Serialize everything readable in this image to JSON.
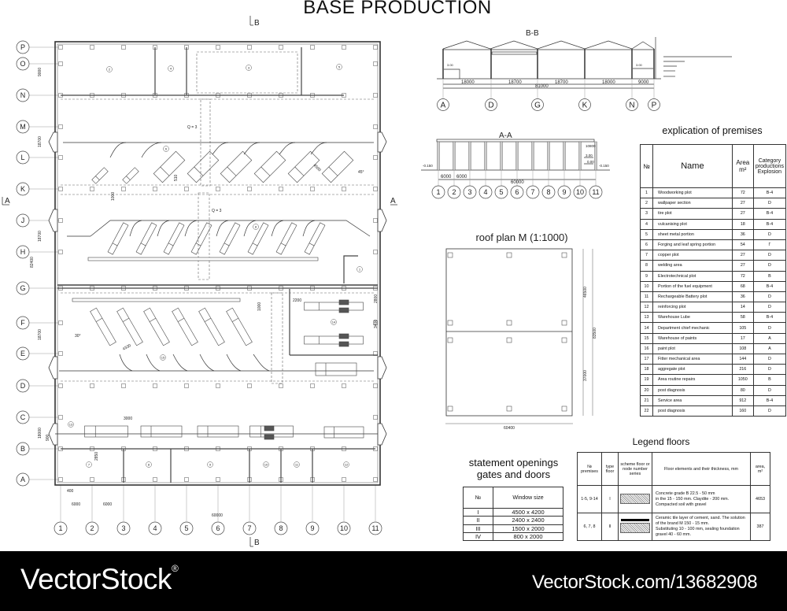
{
  "title": "BASE PRODUCTION",
  "plan": {
    "rows": [
      "P",
      "O",
      "N",
      "M",
      "L",
      "K",
      "J",
      "H",
      "G",
      "F",
      "E",
      "D",
      "C",
      "B",
      "A"
    ],
    "columns": [
      "1",
      "2",
      "3",
      "4",
      "5",
      "6",
      "7",
      "8",
      "9",
      "10",
      "11"
    ],
    "section_marks": {
      "top": "B",
      "bottom": "B",
      "left": "A",
      "right": "A"
    },
    "room_numbers": [
      "2",
      "4",
      "3",
      "5",
      "6",
      "8",
      "1",
      "14",
      "15",
      "13",
      "7",
      "8",
      "9",
      "10",
      "11",
      "12"
    ],
    "labels": {
      "q1": "Q = 3",
      "q2": "Q = 3",
      "d510": "510",
      "d1000a": "1000",
      "d4500": "4500",
      "ang45": "45°",
      "ang30": "30°",
      "d4330": "4330",
      "d1000b": "1000",
      "d2200": "2200",
      "d2800": "2800",
      "d3400": "3400",
      "d3000": "3000",
      "d900": "900",
      "d2850": "2850",
      "d400": "400",
      "d6000a": "6000",
      "d6000b": "6000",
      "d60000": "60000",
      "v9000": "9000",
      "v18700a": "18700",
      "v18700b": "18700",
      "v82400": "82400",
      "v18700c": "18700",
      "v18000": "18000"
    }
  },
  "section_bb": {
    "title": "B-B",
    "axes": [
      "A",
      "D",
      "G",
      "K",
      "N",
      "P"
    ],
    "spans": [
      "18000",
      "18700",
      "18700",
      "18000",
      "9000"
    ],
    "total": "81000",
    "levels": [
      "3.00",
      "3.00"
    ]
  },
  "section_aa": {
    "title": "A-A",
    "axes": [
      "1",
      "2",
      "3",
      "4",
      "5",
      "6",
      "7",
      "8",
      "9",
      "10",
      "11"
    ],
    "spans": [
      "6000",
      "6000"
    ],
    "total": "60000",
    "levels": [
      "-0.150",
      "-0.150",
      "10800",
      "3.00",
      "0.00"
    ]
  },
  "roof_plan": {
    "title": "roof plan M (1:1000)",
    "dims": {
      "upper": "46500",
      "lower": "37000",
      "total_height": "83500",
      "width": "60400"
    }
  },
  "explication": {
    "title": "explication of premises",
    "headers": {
      "no": "№",
      "name": "Name",
      "area": "Area m²",
      "category": "Category productions Explosion"
    },
    "rows": [
      [
        "1",
        "Woodworking plot",
        "72",
        "B-4"
      ],
      [
        "2",
        "wallpaper section",
        "27",
        "D"
      ],
      [
        "3",
        "tire plot",
        "27",
        "B-4"
      ],
      [
        "4",
        "vulcanising plot",
        "18",
        "B-4"
      ],
      [
        "5",
        "sheet metal portion",
        "36",
        "D"
      ],
      [
        "6",
        "Forging and leaf spring portion",
        "54",
        "Г"
      ],
      [
        "7",
        "copper plot",
        "27",
        "D"
      ],
      [
        "8",
        "welding area",
        "27",
        "D"
      ],
      [
        "9",
        "Electrotechnical plot",
        "72",
        "B"
      ],
      [
        "10",
        "Portion of the fuel equipment",
        "68",
        "B-4"
      ],
      [
        "11",
        "Rechargeable Battery plot",
        "36",
        "D"
      ],
      [
        "12",
        "reinforcing plot",
        "14",
        "D"
      ],
      [
        "13",
        "Warehouse Lube",
        "58",
        "B-4"
      ],
      [
        "14",
        "Department chief mechanic",
        "105",
        "D"
      ],
      [
        "15",
        "Warehouse of paints",
        "17",
        "A"
      ],
      [
        "16",
        "paint plot",
        "108",
        "A"
      ],
      [
        "17",
        "Fitter mechanical area",
        "144",
        "D"
      ],
      [
        "18",
        "aggregate plot",
        "216",
        "D"
      ],
      [
        "19",
        "Area routine repairs",
        "1050",
        "B"
      ],
      [
        "20",
        "post diagnosis",
        "80",
        "D"
      ],
      [
        "21",
        "Service area",
        "912",
        "B-4"
      ],
      [
        "22",
        "post diagnosis",
        "160",
        "D"
      ]
    ]
  },
  "statement": {
    "title_line1": "statement openings",
    "title_line2": "gates and doors",
    "headers": {
      "no": "№",
      "size": "Window size"
    },
    "rows": [
      [
        "I",
        "4500 x 4200"
      ],
      [
        "II",
        "2400 x 2400"
      ],
      [
        "III",
        "1500 x 2000"
      ],
      [
        "IV",
        "800 x 2000"
      ]
    ]
  },
  "legend_floors": {
    "title": "Legend floors",
    "headers": {
      "premises": "№ premises",
      "type": "type floor",
      "scheme": "scheme floor or node number series",
      "elements": "Floor elements and their thickness, mm",
      "area": "area, m²"
    },
    "rows": [
      {
        "premises": "1-5, 9-14",
        "type": "I",
        "elements": "Concrete grade B 22.5 - 50 mm\nin the 15 - 150 mm. Claydite - 200 mm.\nCompacted soil with gravel",
        "area": "4653"
      },
      {
        "premises": "6, 7, 8",
        "type": "II",
        "elements": "Ceramic tile layer of cement, sand. The solution of the brand M 150 - 15 mm.\nSubstituting 10 - 100 mm, sealing foundation gravel 40 - 60 mm.",
        "area": "387"
      }
    ]
  },
  "watermark": {
    "brand": "VectorStock",
    "reg": "®",
    "url": "VectorStock.com/13682908"
  },
  "colors": {
    "line": "#333333",
    "band": "#000000",
    "watermark_text": "#ffffff"
  }
}
